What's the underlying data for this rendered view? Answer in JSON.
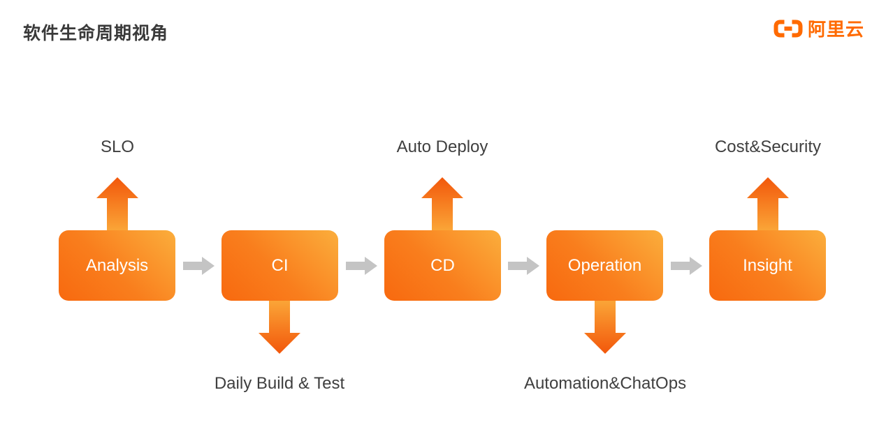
{
  "page": {
    "title": "软件生命周期视角"
  },
  "logo": {
    "brand": "阿里云",
    "color": "#FF6A00",
    "icon": "alibaba-cloud-brackets-icon"
  },
  "diagram": {
    "stages": [
      {
        "id": "analysis",
        "label": "Analysis",
        "callout": "SLO",
        "callout_direction": "up"
      },
      {
        "id": "ci",
        "label": "CI",
        "callout": "Daily Build & Test",
        "callout_direction": "down"
      },
      {
        "id": "cd",
        "label": "CD",
        "callout": "Auto Deploy",
        "callout_direction": "up"
      },
      {
        "id": "operation",
        "label": "Operation",
        "callout": "Automation&ChatOps",
        "callout_direction": "down"
      },
      {
        "id": "insight",
        "label": "Insight",
        "callout": "Cost&Security",
        "callout_direction": "up"
      }
    ],
    "connector_icon": "right-block-arrow-icon",
    "colors": {
      "box_gradient_start": "#F8690F",
      "box_gradient_end": "#FBAE3C",
      "arrow_tip_orange": "#F2570B",
      "arrow_base_orange": "#FBA738",
      "connector_gray": "#C4C4C4",
      "callout_text": "#3F3F3F",
      "box_text": "#FFFFFF",
      "title_text": "#3A3A3A"
    }
  }
}
